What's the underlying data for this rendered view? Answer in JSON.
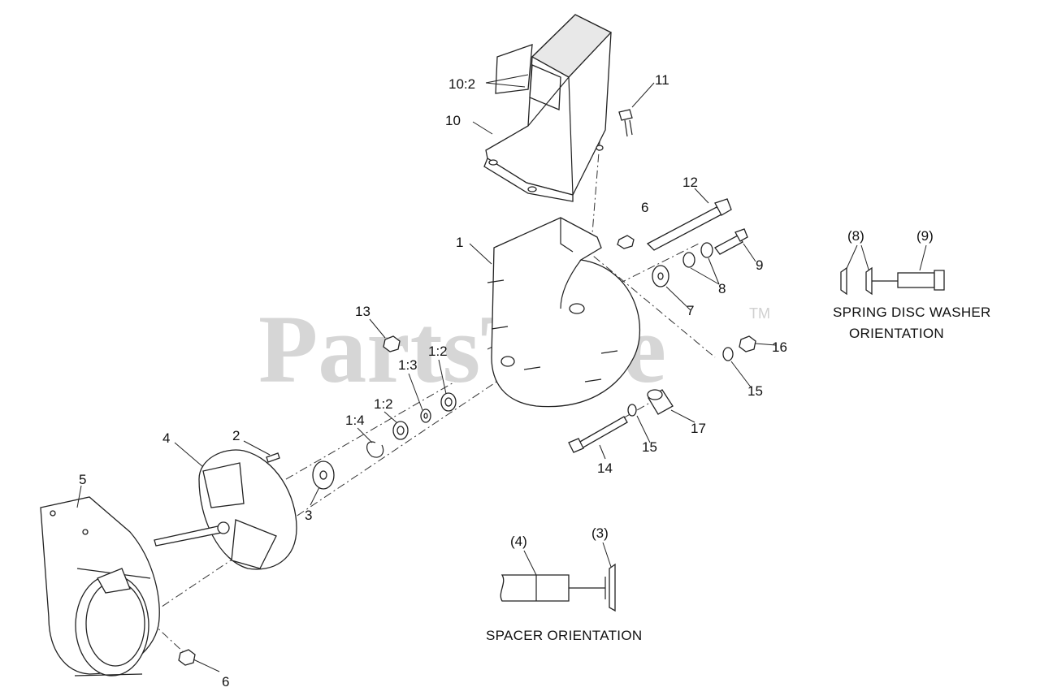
{
  "watermark": {
    "text": "PartsTree",
    "tm": "TM"
  },
  "callouts": [
    {
      "id": "c-10-2",
      "text": "10:2"
    },
    {
      "id": "c-11",
      "text": "11"
    },
    {
      "id": "c-10",
      "text": "10"
    },
    {
      "id": "c-12",
      "text": "12"
    },
    {
      "id": "c-6a",
      "text": "6"
    },
    {
      "id": "c-1",
      "text": "1"
    },
    {
      "id": "c-9",
      "text": "9"
    },
    {
      "id": "c-8",
      "text": "8"
    },
    {
      "id": "c-7",
      "text": "7"
    },
    {
      "id": "c-13",
      "text": "13"
    },
    {
      "id": "c-16",
      "text": "16"
    },
    {
      "id": "c-15a",
      "text": "15"
    },
    {
      "id": "c-1-2a",
      "text": "1:2"
    },
    {
      "id": "c-1-3",
      "text": "1:3"
    },
    {
      "id": "c-1-2b",
      "text": "1:2"
    },
    {
      "id": "c-1-4",
      "text": "1:4"
    },
    {
      "id": "c-17",
      "text": "17"
    },
    {
      "id": "c-15b",
      "text": "15"
    },
    {
      "id": "c-14",
      "text": "14"
    },
    {
      "id": "c-2",
      "text": "2"
    },
    {
      "id": "c-4",
      "text": "4"
    },
    {
      "id": "c-3",
      "text": "3"
    },
    {
      "id": "c-5",
      "text": "5"
    },
    {
      "id": "c-6b",
      "text": "6"
    }
  ],
  "insets": {
    "washer": {
      "label_left": "(8)",
      "label_right": "(9)",
      "caption_line1": "SPRING DISC WASHER",
      "caption_line2": "ORIENTATION"
    },
    "spacer": {
      "label_left": "(4)",
      "label_right": "(3)",
      "caption": "SPACER ORIENTATION"
    }
  }
}
